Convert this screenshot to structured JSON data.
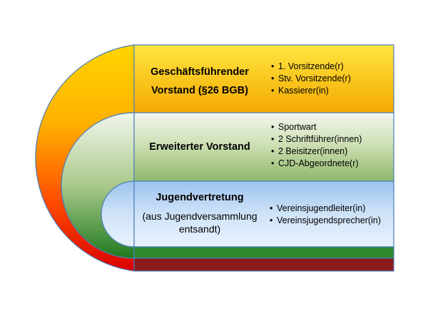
{
  "sections": [
    {
      "id": "geschaeftsfuehrender-vorstand",
      "title_lines": [
        "Geschäftsführender",
        "Vorstand (§26 BGB)"
      ],
      "items": [
        "1. Vorsitzende(r)",
        "Stv. Vorsitzende(r)",
        "Kassierer(in)"
      ],
      "color": "#f7c400"
    },
    {
      "id": "erweiterter-vorstand",
      "title_lines": [
        "Erweiterter Vorstand"
      ],
      "items": [
        "Sportwart",
        "2 Schriftführer(innen)",
        "2 Beisitzer(innen)",
        "CJD-Abgeordnete(r)"
      ],
      "color": "#d8e6c4"
    },
    {
      "id": "jugendvertretung",
      "title_lines": [
        "Jugendvertretung"
      ],
      "subtitle_lines": [
        "(aus Jugendversammlung",
        "entsandt)"
      ],
      "items": [
        "Vereinsjugendleiter(in)",
        "Vereinsjugendsprecher(in)"
      ],
      "color": "#b8d4f4"
    }
  ],
  "colors": {
    "outer_arc_top": "#ffd400",
    "outer_arc_bottom": "#ff0000",
    "middle_arc_top": "#eef3e6",
    "middle_arc_bottom": "#1f7a1f",
    "green_band": "#2c8a2c",
    "red_band": "#8b1a1a",
    "border": "#4a7ebb"
  }
}
